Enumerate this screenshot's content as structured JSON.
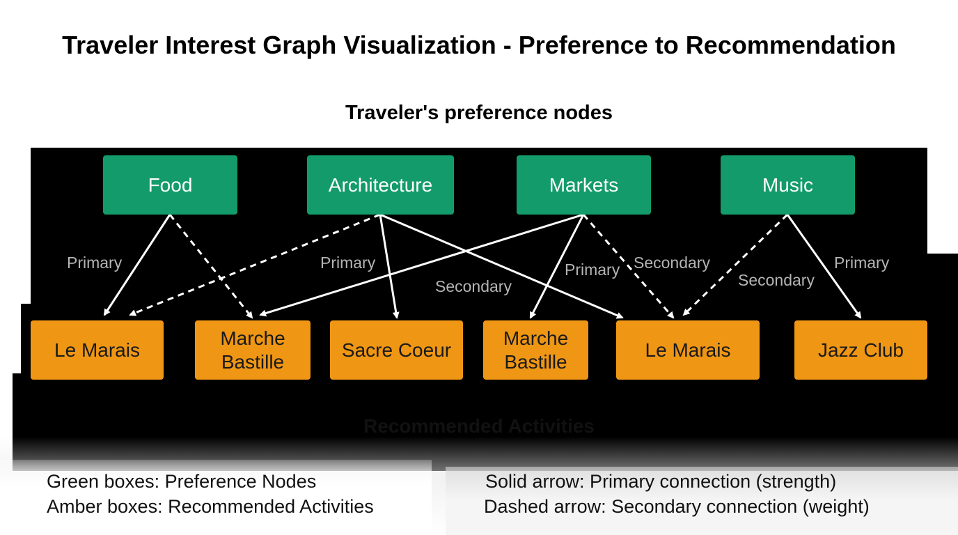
{
  "title": "Traveler Interest Graph Visualization - Preference to Recommendation",
  "subtitle": "Traveler's preference nodes",
  "preference_nodes": [
    "Food",
    "Architecture",
    "Markets",
    "Music"
  ],
  "activity_nodes": [
    "Le Marais",
    "Marche\nBastille",
    "Sacre Coeur",
    "Marche\nBastille",
    "Le Marais",
    "Jazz Club"
  ],
  "edge_labels": [
    "Primary",
    "Primary",
    "Secondary",
    "Primary",
    "Secondary",
    "Secondary",
    "Primary"
  ],
  "edges": [
    {
      "from": 0,
      "to": 0,
      "type": "solid"
    },
    {
      "from": 0,
      "to": 1,
      "type": "dashed"
    },
    {
      "from": 1,
      "to": 0,
      "type": "dashed"
    },
    {
      "from": 1,
      "to": 2,
      "type": "solid"
    },
    {
      "from": 1,
      "to": 4,
      "type": "solid"
    },
    {
      "from": 2,
      "to": 1,
      "type": "solid"
    },
    {
      "from": 2,
      "to": 3,
      "type": "solid"
    },
    {
      "from": 2,
      "to": 4,
      "type": "dashed"
    },
    {
      "from": 3,
      "to": 4,
      "type": "dashed"
    },
    {
      "from": 3,
      "to": 5,
      "type": "solid"
    }
  ],
  "section_label": "Recommended Activities",
  "legend": {
    "green": "Green boxes: Preference Nodes",
    "amber": "Amber boxes: Recommended Activities",
    "solid": "Solid arrow: Primary connection (strength)",
    "dashed": "Dashed arrow: Secondary connection (weight)"
  },
  "colors": {
    "preference": "#139b6b",
    "activity": "#ef9614",
    "background": "#000000",
    "edge": "#ffffff",
    "edge_label": "#b4b4b4"
  }
}
